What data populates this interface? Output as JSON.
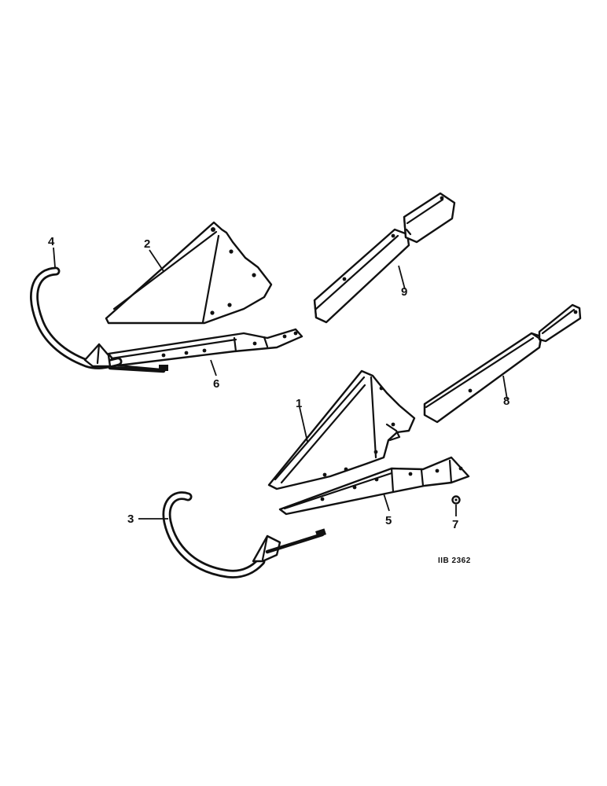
{
  "diagram": {
    "reference_code": "IIB 2362",
    "callouts": [
      {
        "id": "1",
        "label": "1"
      },
      {
        "id": "2",
        "label": "2"
      },
      {
        "id": "3",
        "label": "3"
      },
      {
        "id": "4",
        "label": "4"
      },
      {
        "id": "5",
        "label": "5"
      },
      {
        "id": "6",
        "label": "6"
      },
      {
        "id": "7",
        "label": "7"
      },
      {
        "id": "8",
        "label": "8"
      },
      {
        "id": "9",
        "label": "9"
      }
    ]
  }
}
